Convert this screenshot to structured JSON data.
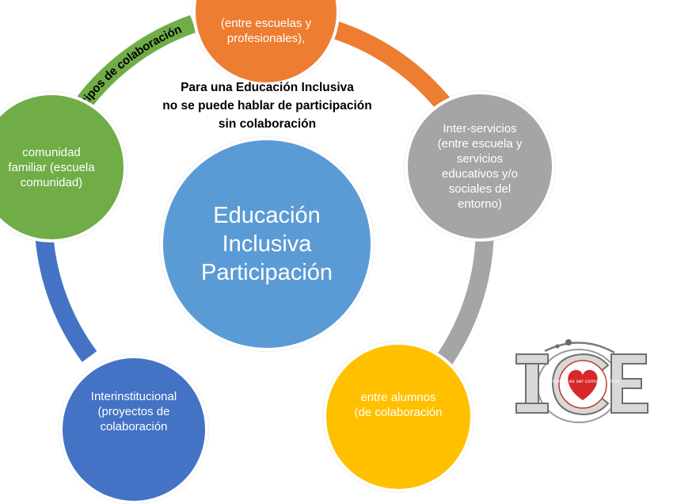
{
  "diagram": {
    "center": {
      "label": "Educación\nInclusiva\nParticipación"
    },
    "caption": "Para una Educación Inclusiva\nno se puede hablar de participación\nsin colaboración",
    "arc_label": "tipos de colaboración",
    "nodes": {
      "top": "(entre escuelas y\nprofesionales),",
      "left": "comunidad\nfamiliar (escuela\ncomunidad)",
      "right": "Inter-servicios\n(entre escuela y\nservicios\neducativos y/o\nsociales del\nentorno)",
      "bottom_left": "Interinstitucional\n(proyectos de\ncolaboración",
      "bottom_right": "entre alumnos\n(de colaboración"
    }
  },
  "logo": {
    "letters": "ICE",
    "badge_text": "incluir no es ser como los otros"
  },
  "colors": {
    "orange": "#ED7D31",
    "green": "#70AD47",
    "gray": "#A5A5A5",
    "blue_dark": "#4472C4",
    "yellow": "#FFC000",
    "blue_center": "#5B9BD5"
  }
}
